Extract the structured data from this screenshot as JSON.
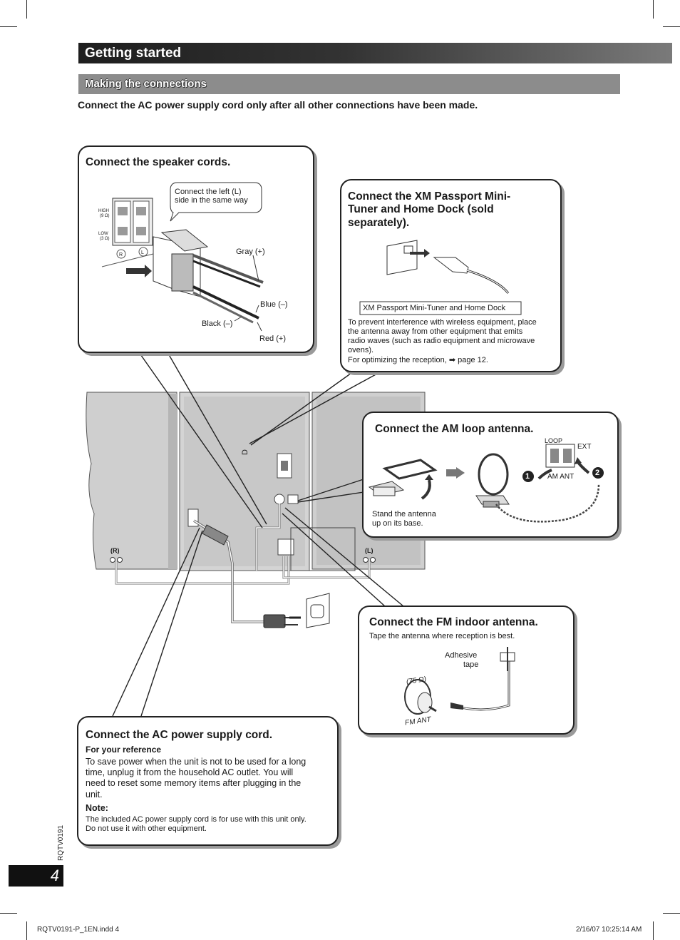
{
  "header": {
    "title": "Getting started"
  },
  "section": {
    "title": "Making the connections"
  },
  "intro": "Connect the AC power supply cord only after all other connections have been made.",
  "speaker": {
    "title": "Connect the speaker cords.",
    "callout": [
      "Connect the left (L)",
      "side in the same way"
    ],
    "labels": {
      "high": "HIGH",
      "high_ohm": "(9 Ω)",
      "low": "LOW",
      "low_ohm": "(3 Ω)",
      "r": "R",
      "l": "L"
    },
    "wires": {
      "gray": "Gray (+)",
      "blue": "Blue (–)",
      "black": "Black (–)",
      "red": "Red (+)"
    }
  },
  "xm": {
    "title": [
      "Connect the XM Passport Mini-",
      "Tuner and Home Dock (sold",
      "separately)."
    ],
    "device_label": "XM Passport Mini-Tuner and Home Dock",
    "note": [
      "To prevent interference with wireless equipment, place",
      "the antenna away from other equipment that emits",
      "radio waves (such as radio equipment and microwave",
      "ovens)."
    ],
    "ref_prefix": "For optimizing the reception,",
    "ref_arrow": "➡",
    "ref_page": "page 12."
  },
  "am": {
    "title": "Connect the AM loop antenna.",
    "caption": [
      "Stand the antenna",
      "up on its base."
    ],
    "loop": "LOOP",
    "ext": "EXT",
    "am_ant": "AM ANT",
    "step1": "1",
    "step2": "2"
  },
  "unit": {
    "r_label": "(R)",
    "l_label": "(L)"
  },
  "fm": {
    "title": "Connect the FM indoor antenna.",
    "sub": "Tape the antenna where reception is best.",
    "tape": [
      "Adhesive",
      "tape"
    ],
    "ohm": "(75 Ω)",
    "fm_ant": "FM ANT"
  },
  "ac": {
    "title": "Connect the AC power supply cord.",
    "ref_heading": "For your reference",
    "ref_text": [
      "To save power when the unit is not to be used for a long",
      "time, unplug it from the household AC outlet. You will",
      "need to reset some memory items after plugging in the",
      "unit."
    ],
    "note_heading": "Note:",
    "note_text": [
      "The included AC power supply cord is for use with this unit only.",
      "Do not use it with other equipment."
    ]
  },
  "side_code": "RQTV0191",
  "page_number": "4",
  "footer": {
    "file": "RQTV0191-P_1EN.indd   4",
    "date": "2/16/07   10:25:14 AM"
  },
  "colors": {
    "header_dark": "#1e1e1e",
    "section_gray": "#8c8c8c",
    "unit_gray": "#bdbdbd"
  }
}
